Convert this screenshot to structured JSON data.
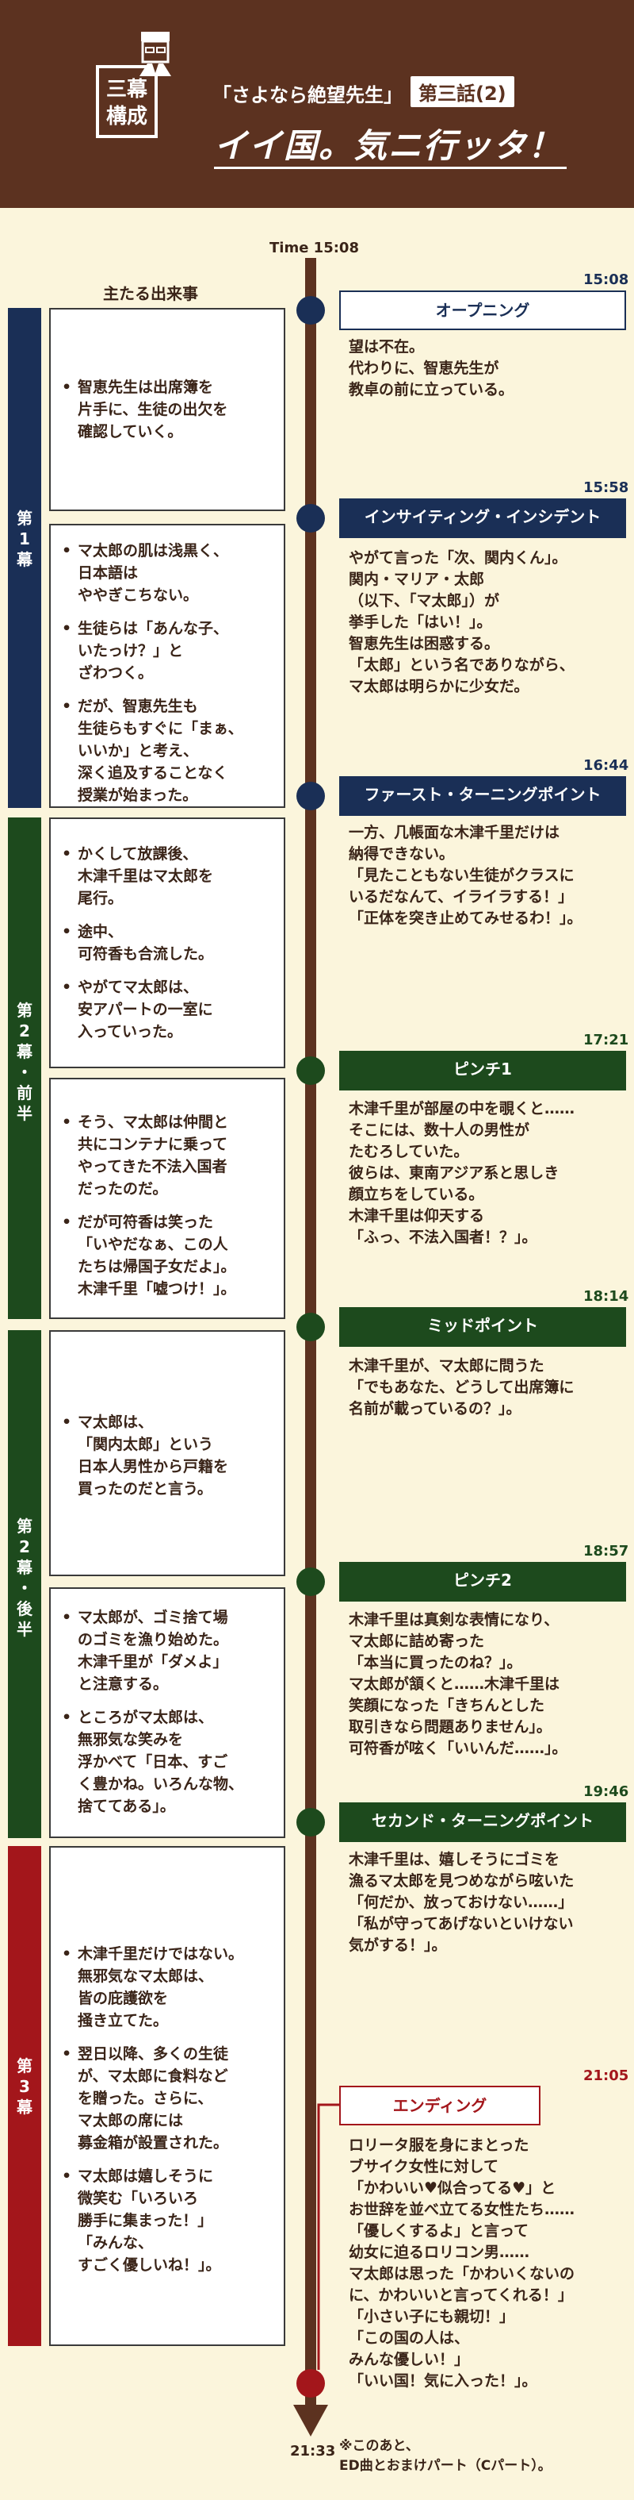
{
  "header": {
    "logo": "三幕\n構成",
    "series": "「さよなら絶望先生」",
    "episode": "第三話(2)",
    "title": "イイ国。気ニ行ッタ！"
  },
  "timeline_start": "Time 15:08",
  "timeline_end": "21:33",
  "end_note": "※このあと、\nED曲とおまけパート（Cパート）。",
  "left_heading": "主たる出来事",
  "acts": [
    {
      "label": "第\n1\n幕",
      "color": "#1a2f56"
    },
    {
      "label": "第\n2\n幕\n・\n前\n半",
      "color": "#1d4a1d"
    },
    {
      "label": "第\n2\n幕\n・\n後\n半",
      "color": "#1d4a1d"
    },
    {
      "label": "第\n3\n幕",
      "color": "#a3161b"
    }
  ],
  "left_boxes": [
    [
      "智恵先生は出席簿を\n片手に、生徒の出欠を\n確認していく。"
    ],
    [
      "マ太郎の肌は浅黒く、\n日本語は\nややぎこちない。",
      "生徒らは「あんな子、\nいたっけ？」と\nざわつく。",
      "だが、智恵先生も\n生徒らもすぐに「まぁ、\nいいか」と考え、\n深く追及することなく\n授業が始まった。"
    ],
    [
      "かくして放課後、\n木津千里はマ太郎を\n尾行。",
      "途中、\n可符香も合流した。",
      "やがてマ太郎は、\n安アパートの一室に\n入っていった。"
    ],
    [
      "そう、マ太郎は仲間と\n共にコンテナに乗って\nやってきた不法入国者\nだったのだ。",
      "だが可符香は笑った\n「いやだなぁ、この人\nたちは帰国子女だよ」。\n木津千里「嘘つけ！」。"
    ],
    [
      "マ太郎は、\n「関内太郎」という\n日本人男性から戸籍を\n買ったのだと言う。"
    ],
    [
      "マ太郎が、ゴミ捨て場\nのゴミを漁り始めた。\n木津千里が「ダメよ」\nと注意する。",
      "ところがマ太郎は、\n無邪気な笑みを\n浮かべて「日本、すご\nく豊かね。いろんな物、\n捨ててある」。"
    ],
    [
      "木津千里だけではない。\n無邪気なマ太郎は、\n皆の庇護欲を\n掻き立てた。",
      "翌日以降、多くの生徒\nが、マ太郎に食料など\nを贈った。さらに、\nマ太郎の席には\n募金箱が設置された。",
      "マ太郎は嬉しそうに\n微笑む「いろいろ\n勝手に集まった！」\n「みんな、\nすごく優しいね！」。"
    ]
  ],
  "events": [
    {
      "time": "15:08",
      "label": "オープニング",
      "text": "望は不在。\n代わりに、智恵先生が\n教卓の前に立っている。"
    },
    {
      "time": "15:58",
      "label": "インサイティング・インシデント",
      "text": "やがて言った「次、関内くん」。\n関内・マリア・太郎\n（以下、「マ太郎」）が\n挙手した「はい！」。\n智恵先生は困惑する。\n「太郎」という名でありながら、\nマ太郎は明らかに少女だ。"
    },
    {
      "time": "16:44",
      "label": "ファースト・ターニングポイント",
      "text": "一方、几帳面な木津千里だけは\n納得できない。\n「見たこともない生徒がクラスに\nいるだなんて、イライラする！」\n「正体を突き止めてみせるわ！」。"
    },
    {
      "time": "17:21",
      "label": "ピンチ1",
      "text": "木津千里が部屋の中を覗くと……\nそこには、数十人の男性が\nたむろしていた。\n彼らは、東南アジア系と思しき\n顔立ちをしている。\n木津千里は仰天する\n「ふっ、不法入国者！？」。"
    },
    {
      "time": "18:14",
      "label": "ミッドポイント",
      "text": "木津千里が、マ太郎に問うた\n「でもあなた、どうして出席簿に\n名前が載っているの？」。"
    },
    {
      "time": "18:57",
      "label": "ピンチ2",
      "text": "木津千里は真剣な表情になり、\nマ太郎に詰め寄った\n「本当に買ったのね？」。\nマ太郎が頷くと……木津千里は\n笑顔になった「きちんとした\n取引きなら問題ありません」。\n可符香が呟く「いいんだ……」。"
    },
    {
      "time": "19:46",
      "label": "セカンド・ターニングポイント",
      "text": "木津千里は、嬉しそうにゴミを\n漁るマ太郎を見つめながら呟いた\n「何だか、放っておけない……」\n「私が守ってあげないといけない\n気がする！」。"
    },
    {
      "time": "21:05",
      "label": "エンディング",
      "text": "ロリータ服を身にまとった\nブサイク女性に対して\n「かわいい♥似合ってる♥」と\nお世辞を並べ立てる女性たち……\n「優しくするよ」と言って\n幼女に迫るロリコン男……\nマ太郎は思った「かわいくないの\nに、かわいいと言ってくれる！」\n「小さい子にも親切！」\n「この国の人は、\nみんな優しい！」\n「いい国！気に入った！」。"
    }
  ],
  "colors": {
    "header": "#5c3220",
    "act1": "#1a2f56",
    "act2": "#1d4a1d",
    "act3": "#a3161b",
    "background": "#fbf5dc"
  }
}
